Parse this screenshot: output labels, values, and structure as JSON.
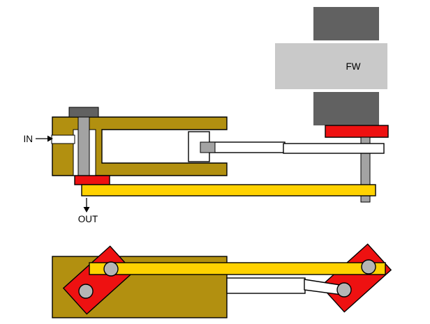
{
  "diagram": {
    "labels": {
      "inlet": "IN",
      "outlet": "OUT",
      "flywheel": "FW"
    },
    "colors": {
      "background": "#ffffff",
      "brass_body": "#b29010",
      "beam_yellow": "#ffd200",
      "crank_red": "#ee1111",
      "dark_gray": "#616161",
      "flywheel_gray": "#c9c9c9",
      "rod_gray": "#a3a3a3",
      "pin_gray": "#b5b5b5",
      "white": "#ffffff",
      "outline": "#000000"
    }
  }
}
